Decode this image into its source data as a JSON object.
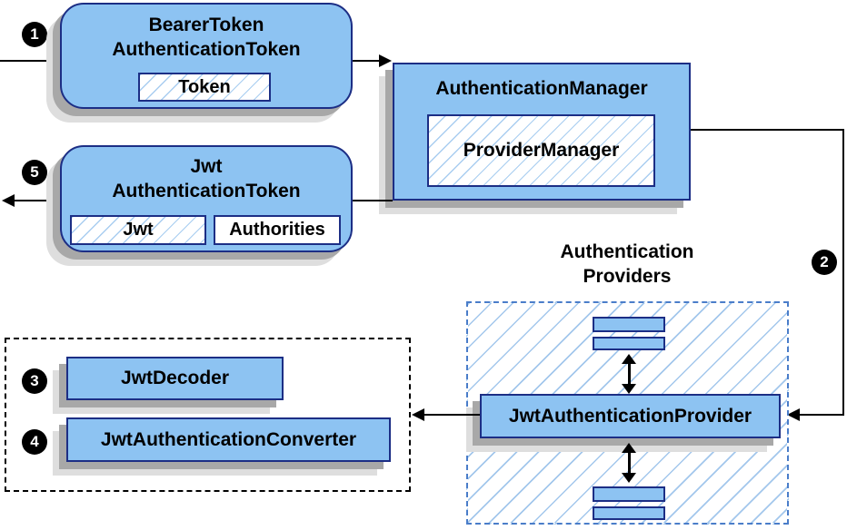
{
  "diagram": {
    "steps": {
      "s1": "1",
      "s2": "2",
      "s3": "3",
      "s4": "4",
      "s5": "5"
    },
    "bearer_token": {
      "title_line1": "BearerToken",
      "title_line2": "AuthenticationToken",
      "field_token": "Token"
    },
    "auth_manager": {
      "title": "AuthenticationManager",
      "implementation": "ProviderManager"
    },
    "jwt_token": {
      "title_line1": "Jwt",
      "title_line2": "AuthenticationToken",
      "field_jwt": "Jwt",
      "field_authorities": "Authorities"
    },
    "providers_group": {
      "title_line1": "Authentication",
      "title_line2": "Providers",
      "provider": "JwtAuthenticationProvider"
    },
    "resolver_group": {
      "decoder": "JwtDecoder",
      "converter": "JwtAuthenticationConverter"
    },
    "colors": {
      "node_fill": "#8dc3f2",
      "node_border": "#1c2e85",
      "hatch_line": "#a3c7ec",
      "providers_dash": "#4a7dc9",
      "resolver_dash": "#000000",
      "connector": "#000000",
      "shadow": "#a8a8a8"
    }
  }
}
